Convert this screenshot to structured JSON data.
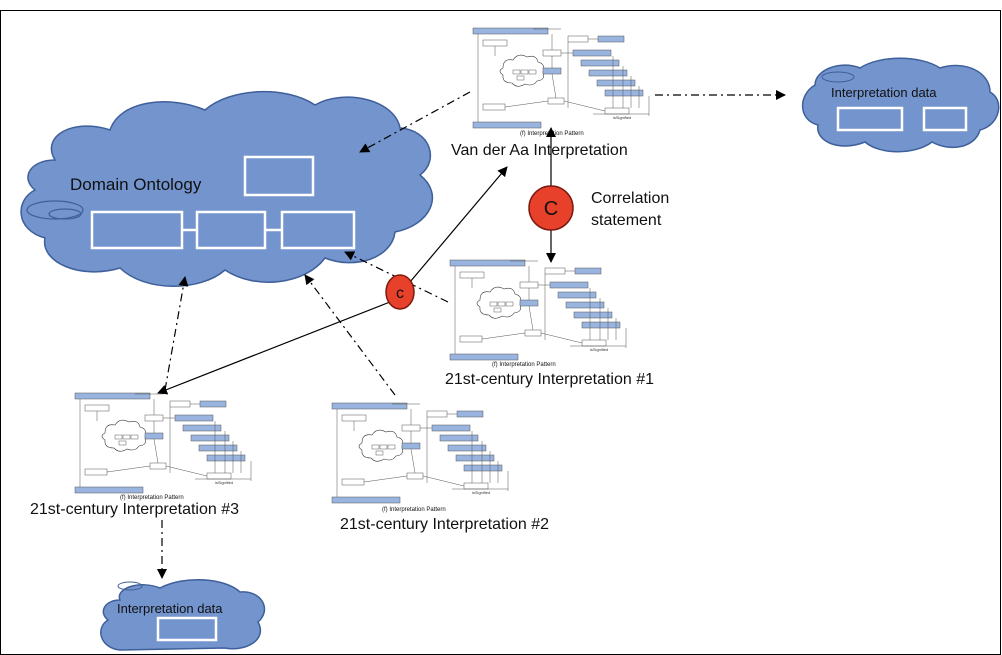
{
  "ontology": {
    "title": "Domain Ontology"
  },
  "interpretations": [
    {
      "id": "vanderaa",
      "label": "Van der Aa Interpretation",
      "caption": "(f) Interpretation Pattern"
    },
    {
      "id": "c21_1",
      "label": "21st-century Interpretation #1",
      "caption": "(f) Interpretation Pattern"
    },
    {
      "id": "c21_2",
      "label": "21st-century Interpretation #2",
      "caption": "(f) Interpretation Pattern"
    },
    {
      "id": "c21_3",
      "label": "21st-century Interpretation #3",
      "caption": "(f) Interpretation Pattern"
    }
  ],
  "data_clouds": [
    {
      "id": "data_top",
      "label": "Interpretation data"
    },
    {
      "id": "data_bottom",
      "label": "Interpretation data"
    }
  ],
  "correlation": {
    "big_marker": "C",
    "small_marker": "c",
    "label_line1": "Correlation",
    "label_line2": "statement"
  },
  "colors": {
    "cloud_fill": "#7394cc",
    "cloud_stroke": "#3e5f9a",
    "marker_fill": "#e8412b",
    "marker_stroke": "#7a1a10",
    "pattern_box": "#9ab4e0"
  }
}
